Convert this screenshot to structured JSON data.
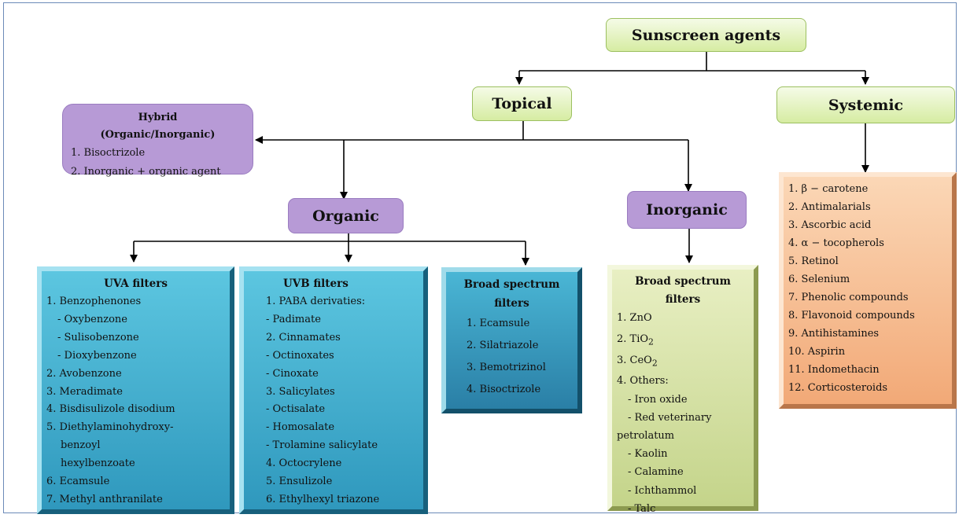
{
  "root": "Sunscreen agents",
  "topical": "Topical",
  "systemic": "Systemic",
  "hybrid": {
    "title_line1": "Hybrid",
    "title_line2": "(Organic/Inorganic)",
    "items": [
      "1. Bisoctrizole",
      "2. Inorganic + organic agent"
    ]
  },
  "organic": "Organic",
  "inorganic": "Inorganic",
  "uva": {
    "title": "UVA filters",
    "items": [
      "1. Benzophenones",
      "- Oxybenzone",
      "- Sulisobenzone",
      "- Dioxybenzone",
      "2. Avobenzone",
      "3. Meradimate",
      "4. Bisdisulizole disodium",
      "5. Diethylaminohydroxy-",
      "benzoyl",
      "hexylbenzoate",
      "6. Ecamsule",
      "7. Methyl anthranilate"
    ]
  },
  "uvb": {
    "title": "UVB filters",
    "items": [
      "1. PABA derivaties:",
      "- Padimate",
      "2. Cinnamates",
      "- Octinoxates",
      "- Cinoxate",
      "3. Salicylates",
      "- Octisalate",
      "- Homosalate",
      "- Trolamine salicylate",
      "4. Octocrylene",
      "5. Ensulizole",
      "6. Ethylhexyl triazone"
    ]
  },
  "broad_organic": {
    "title_line1": "Broad spectrum",
    "title_line2": "filters",
    "items": [
      "1. Ecamsule",
      "2. Silatriazole",
      "3. Bemotrizinol",
      "4. Bisoctrizole"
    ]
  },
  "broad_inorganic": {
    "title_line1": "Broad spectrum",
    "title_line2": "filters",
    "items": [
      "1. ZnO",
      "2. TiO",
      "3. CeO",
      "4. Others:",
      "- Iron oxide",
      "- Red veterinary",
      "petrolatum",
      "- Kaolin",
      "- Calamine",
      "- Ichthammol",
      "- Talc"
    ],
    "subscripts": [
      "",
      "2",
      "2",
      "",
      "",
      "",
      "",
      "",
      "",
      "",
      ""
    ]
  },
  "systemic_list": {
    "items": [
      "1. β − carotene",
      "2. Antimalarials",
      "3. Ascorbic acid",
      "4. α − tocopherols",
      "5. Retinol",
      "6. Selenium",
      "7. Phenolic compounds",
      "8. Flavonoid compounds",
      "9. Antihistamines",
      "10. Aspirin",
      "11. Indomethacin",
      "12. Corticosteroids"
    ]
  }
}
